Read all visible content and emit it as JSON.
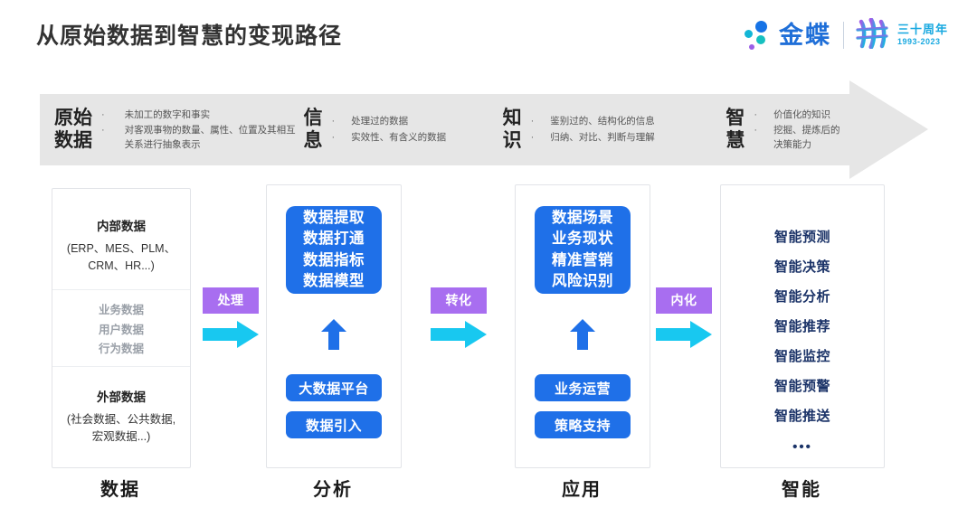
{
  "header": {
    "title": "从原始数据到智慧的变现路径",
    "logo": {
      "brand": "金蝶",
      "anniversary_cn": "三十周年",
      "anniversary_years": "1993-2023"
    }
  },
  "banner": {
    "stages": [
      {
        "name": "原始\n数据",
        "name_line1": "原始",
        "name_line2": "数据",
        "bullets": [
          "未加工的数字和事实",
          "对客观事物的数量、属性、位置及其相互关系进行抽象表示"
        ]
      },
      {
        "name_line1": "信",
        "name_line2": "息",
        "bullets": [
          "处理过的数据",
          "实效性、有含义的数据"
        ]
      },
      {
        "name_line1": "知",
        "name_line2": "识",
        "bullets": [
          "鉴别过的、结构化的信息",
          "归纳、对比、判断与理解"
        ]
      },
      {
        "name_line1": "智",
        "name_line2": "慧",
        "bullets": [
          "价值化的知识",
          "挖掘、提炼后的决策能力"
        ]
      }
    ],
    "bullet_glyph": "·"
  },
  "columns": [
    {
      "footer_label": "数据",
      "top": {
        "title": "内部数据",
        "sub_line1": "(ERP、MES、PLM、",
        "sub_line2": "CRM、HR...)"
      },
      "middle": [
        "业务数据",
        "用户数据",
        "行为数据"
      ],
      "bottom": {
        "title": "外部数据",
        "sub_line1": "(社会数据、公共数据,",
        "sub_line2": "宏观数据...)"
      }
    },
    {
      "footer_label": "分析",
      "box_lines": [
        "数据提取",
        "数据打通",
        "数据指标",
        "数据模型"
      ],
      "pills": [
        "大数据平台",
        "数据引入"
      ]
    },
    {
      "footer_label": "应用",
      "box_lines": [
        "数据场景",
        "业务现状",
        "精准营销",
        "风险识别"
      ],
      "pills": [
        "业务运营",
        "策略支持"
      ]
    },
    {
      "footer_label": "智能",
      "items": [
        "智能预测",
        "智能决策",
        "智能分析",
        "智能推荐",
        "智能监控",
        "智能预警",
        "智能推送"
      ],
      "ellipsis": "•••"
    }
  ],
  "connectors": [
    {
      "label": "处理"
    },
    {
      "label": "转化"
    },
    {
      "label": "内化"
    }
  ],
  "colors": {
    "blue_box": "#1f70e8",
    "navy_text": "#1b3368",
    "purple_label": "#a86ef0",
    "cyan_arrow": "#18c8f0",
    "banner_gray": "#e6e6e6",
    "brand_blue": "#1f6fd8",
    "anniversary_teal": "#19a9e0"
  }
}
